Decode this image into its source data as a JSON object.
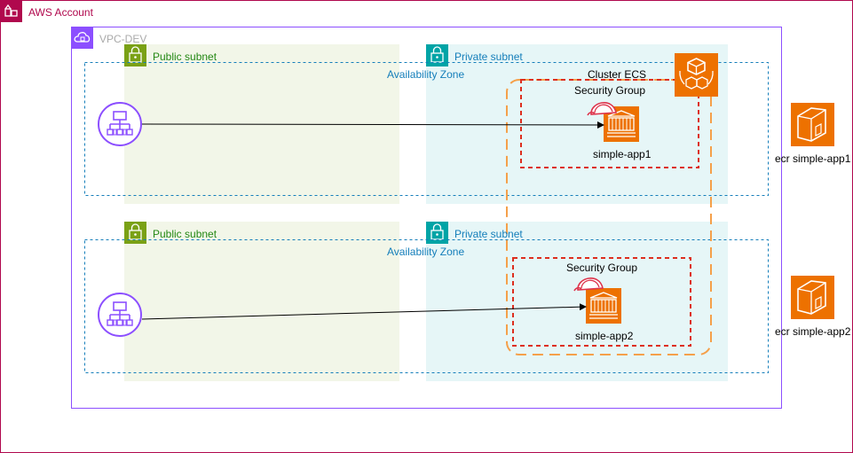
{
  "account": {
    "label": "AWS Account",
    "color": "#B0084D"
  },
  "vpc": {
    "label": "VPC-DEV",
    "color": "#8C4FFF"
  },
  "subnets": {
    "public_label": "Public subnet",
    "private_label": "Private subnet",
    "public_color": "#7AA116",
    "private_color": "#00A4A6"
  },
  "availability_zone": {
    "label": "Availability Zone",
    "color": "#147EBA"
  },
  "cluster": {
    "label": "Cluster ECS",
    "color": "#ED7100"
  },
  "security_group": {
    "label": "Security Group",
    "color": "#DD3522"
  },
  "apps": [
    "simple-app1",
    "simple-app2"
  ],
  "ecr": [
    "ecr simple-app1",
    "ecr simple-app2"
  ],
  "icons": {
    "account": "aws-account-icon",
    "vpc": "vpc-cloud-icon",
    "subnet": "padlock-icon",
    "load_balancer": "load-balancer-icon",
    "cluster": "ecs-cluster-icon",
    "task": "ecs-task-icon",
    "helmet": "security-helmet-icon",
    "ecr": "ecr-repository-icon"
  }
}
